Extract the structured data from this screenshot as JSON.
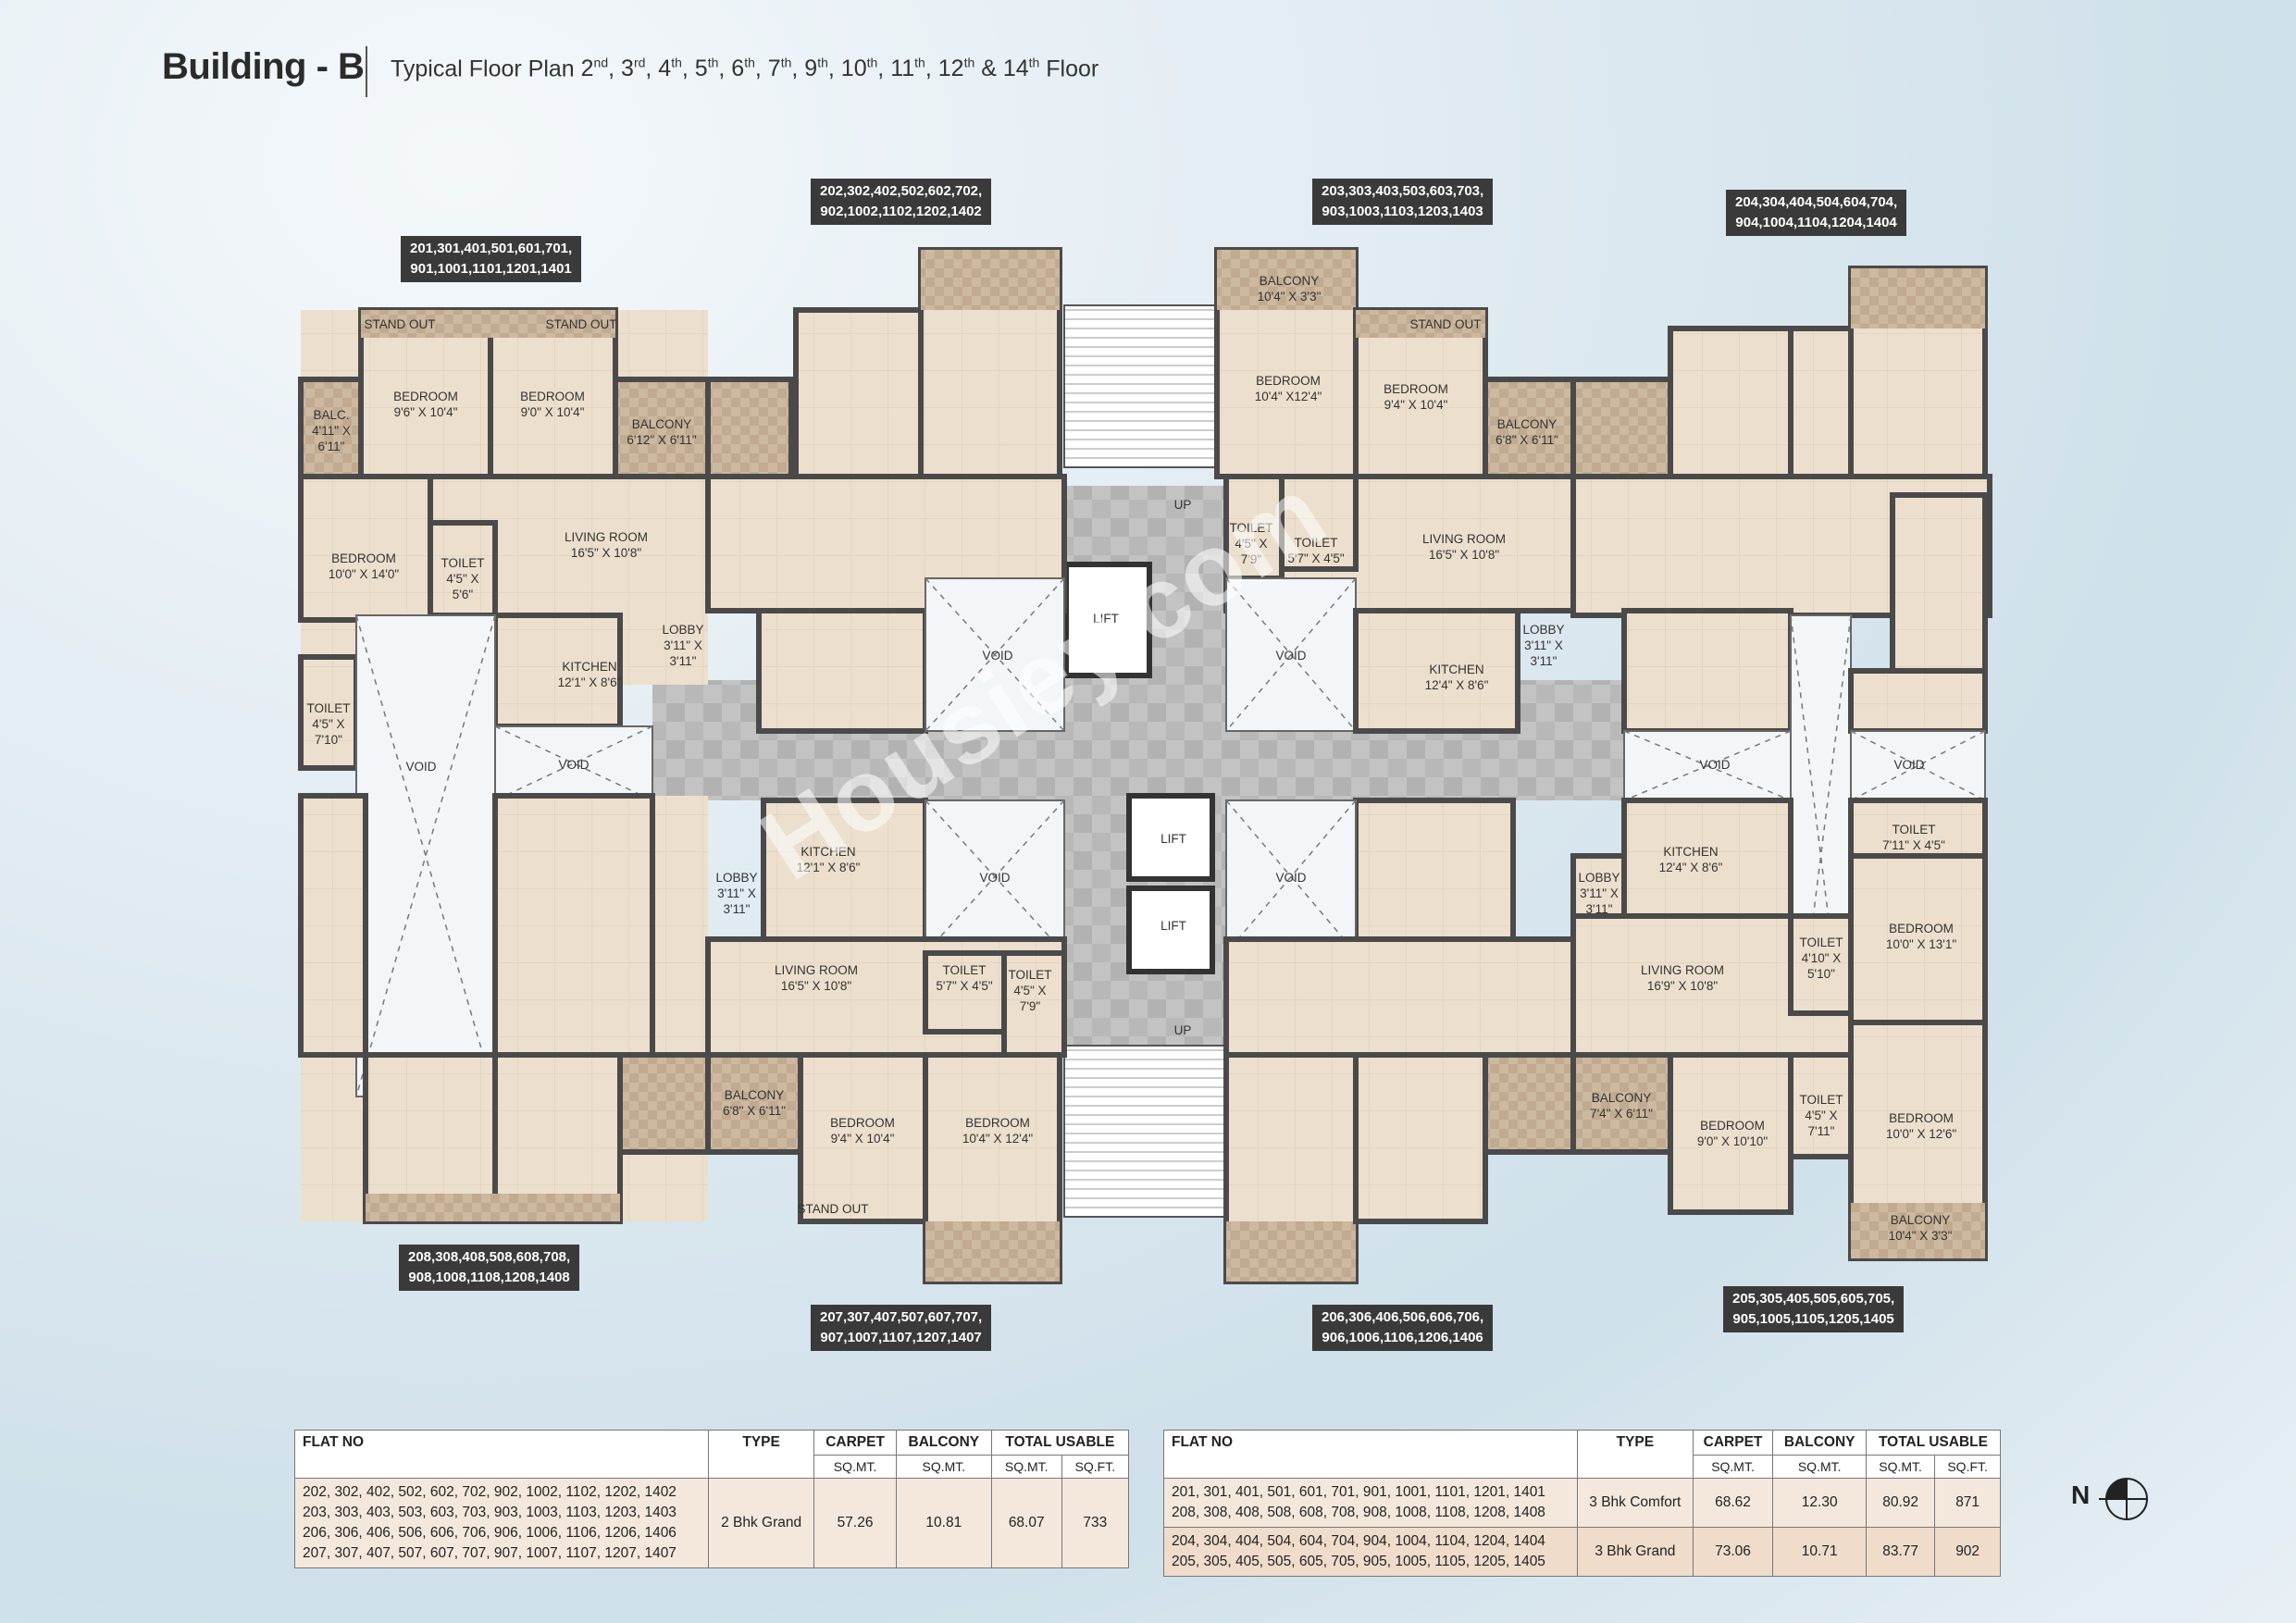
{
  "header": {
    "building": "Building - B",
    "subtitle_prefix": "Typical Floor Plan ",
    "floors": [
      {
        "n": "2",
        "s": "nd"
      },
      {
        "n": "3",
        "s": "rd"
      },
      {
        "n": "4",
        "s": "th"
      },
      {
        "n": "5",
        "s": "th"
      },
      {
        "n": "6",
        "s": "th"
      },
      {
        "n": "7",
        "s": "th"
      },
      {
        "n": "9",
        "s": "th"
      },
      {
        "n": "10",
        "s": "th"
      },
      {
        "n": "11",
        "s": "th"
      },
      {
        "n": "12",
        "s": "th"
      },
      {
        "n": "14",
        "s": "th"
      }
    ],
    "floor_suffix": " Floor"
  },
  "flat_groups": {
    "g201": [
      "201,301,401,501,601,701,",
      "901,1001,1101,1201,1401"
    ],
    "g202": [
      "202,302,402,502,602,702,",
      "902,1002,1102,1202,1402"
    ],
    "g203": [
      "203,303,403,503,603,703,",
      "903,1003,1103,1203,1403"
    ],
    "g204": [
      "204,304,404,504,604,704,",
      "904,1004,1104,1204,1404"
    ],
    "g208": [
      "208,308,408,508,608,708,",
      "908,1008,1108,1208,1408"
    ],
    "g207": [
      "207,307,407,507,607,707,",
      "907,1007,1107,1207,1407"
    ],
    "g206": [
      "206,306,406,506,606,706,",
      "906,1006,1106,1206,1406"
    ],
    "g205": [
      "205,305,405,505,605,705,",
      "905,1005,1105,1205,1405"
    ]
  },
  "rooms": {
    "r1": [
      "BEDROOM",
      "9'6\" X 10'4\""
    ],
    "r2": [
      "BEDROOM",
      "9'0\" X 10'4\""
    ],
    "r3": [
      "BALC.",
      "4'11\" X",
      "6'11\""
    ],
    "r4": [
      "BALCONY",
      "6'12\" X 6'11\""
    ],
    "r5": [
      "BEDROOM",
      "10'0\" X 14'0\""
    ],
    "r6": [
      "TOILET",
      "4'5\" X",
      "5'6\""
    ],
    "r7": [
      "LIVING ROOM",
      "16'5\" X 10'8\""
    ],
    "r8": [
      "LOBBY",
      "3'11\" X",
      "3'11\""
    ],
    "r9": [
      "KITCHEN",
      "12'1\" X 8'6\""
    ],
    "r10": [
      "TOILET",
      "4'5\" X",
      "7'10\""
    ],
    "r11": [
      "VOID"
    ],
    "r12": [
      "VOID"
    ],
    "r13": [
      "STAND OUT"
    ],
    "r14": [
      "STAND OUT"
    ],
    "r15": [
      "VOID"
    ],
    "r16": [
      "LIFT"
    ],
    "r17": [
      "UP"
    ],
    "r18": [
      "BALCONY",
      "10'4\" X 3'3\""
    ],
    "r19": [
      "BEDROOM",
      "10'4\" X12'4\""
    ],
    "r20": [
      "BEDROOM",
      "9'4\" X 10'4\""
    ],
    "r21": [
      "STAND OUT"
    ],
    "r22": [
      "BALCONY",
      "6'8\" X 6'11\""
    ],
    "r23": [
      "TOILET",
      "4'5\" X",
      "7'9\""
    ],
    "r24": [
      "TOILET",
      "5'7\" X 4'5\""
    ],
    "r25": [
      "LIVING ROOM",
      "16'5\" X 10'8\""
    ],
    "r26": [
      "VOID"
    ],
    "r27": [
      "LOBBY",
      "3'11\" X",
      "3'11\""
    ],
    "r28": [
      "KITCHEN",
      "12'4\" X 8'6\""
    ],
    "r29": [
      "VOID"
    ],
    "r30": [
      "VOID"
    ],
    "r31": [
      "KITCHEN",
      "12'1\" X 8'6\""
    ],
    "r32": [
      "LOBBY",
      "3'11\" X",
      "3'11\""
    ],
    "r33": [
      "VOID"
    ],
    "r34": [
      "LIFT"
    ],
    "r35": [
      "LIFT"
    ],
    "r36": [
      "VOID"
    ],
    "r37": [
      "LIVING ROOM",
      "16'5\" X 10'8\""
    ],
    "r38": [
      "TOILET",
      "5'7\" X 4'5\""
    ],
    "r39": [
      "TOILET",
      "4'5\" X",
      "7'9\""
    ],
    "r40": [
      "BALCONY",
      "6'8\" X 6'11\""
    ],
    "r41": [
      "BEDROOM",
      "9'4\" X 10'4\""
    ],
    "r42": [
      "BEDROOM",
      "10'4\" X 12'4\""
    ],
    "r43": [
      "STAND OUT"
    ],
    "r44": [
      "UP"
    ],
    "r45": [
      "KITCHEN",
      "12'4\" X 8'6\""
    ],
    "r46": [
      "LOBBY",
      "3'11\" X",
      "3'11\""
    ],
    "r47": [
      "LIVING ROOM",
      "16'9\" X 10'8\""
    ],
    "r48": [
      "TOILET",
      "4'10\" X",
      "5'10\""
    ],
    "r49": [
      "TOILET",
      "7'11\" X 4'5\""
    ],
    "r50": [
      "BEDROOM",
      "10'0\" X 13'1\""
    ],
    "r51": [
      "BALCONY",
      "7'4\" X 6'11\""
    ],
    "r52": [
      "BEDROOM",
      "9'0\" X 10'10\""
    ],
    "r53": [
      "TOILET",
      "4'5\" X",
      "7'11\""
    ],
    "r54": [
      "BEDROOM",
      "10'0\" X 12'6\""
    ],
    "r55": [
      "BALCONY",
      "10'4\" X 3'3\""
    ]
  },
  "watermark": "Housiey.com",
  "table_headers": {
    "flat_no": "FLAT NO",
    "type": "TYPE",
    "carpet": "CARPET",
    "balcony": "BALCONY",
    "total_usable": "TOTAL USABLE",
    "sqmt": "SQ.MT.",
    "sqft": "SQ.FT."
  },
  "table_left": {
    "rows": [
      {
        "flats": [
          "202, 302, 402, 502, 602, 702, 902, 1002, 1102, 1202, 1402",
          "203, 303, 403, 503, 603, 703, 903, 1003, 1103, 1203, 1403",
          "206, 306, 406, 506, 606, 706, 906, 1006, 1106, 1206, 1406",
          "207, 307, 407, 507, 607, 707, 907, 1007, 1107, 1207, 1407"
        ],
        "type": "2 Bhk Grand",
        "carpet": "57.26",
        "balcony": "10.81",
        "total_sqmt": "68.07",
        "total_sqft": "733"
      }
    ]
  },
  "table_right": {
    "rows": [
      {
        "flats": [
          "201, 301, 401, 501, 601, 701, 901, 1001, 1101, 1201, 1401",
          "208, 308, 408, 508, 608, 708, 908, 1008, 1108, 1208, 1408"
        ],
        "type": "3 Bhk Comfort",
        "carpet": "68.62",
        "balcony": "12.30",
        "total_sqmt": "80.92",
        "total_sqft": "871"
      },
      {
        "flats": [
          "204, 304, 404, 504, 604, 704, 904, 1004, 1104, 1204, 1404",
          "205, 305, 405, 505, 605, 705, 905, 1005, 1105, 1205, 1405"
        ],
        "type": "3 Bhk Grand",
        "carpet": "73.06",
        "balcony": "10.71",
        "total_sqmt": "83.77",
        "total_sqft": "902"
      }
    ]
  },
  "north_label": "N",
  "colors": {
    "floor_beige": "#e9d9c4",
    "tile": "#cdb9a2",
    "wall": "#4a4a4a",
    "lobby_grey": "#bdbdbd",
    "label_bg": "#3a3a3a"
  }
}
